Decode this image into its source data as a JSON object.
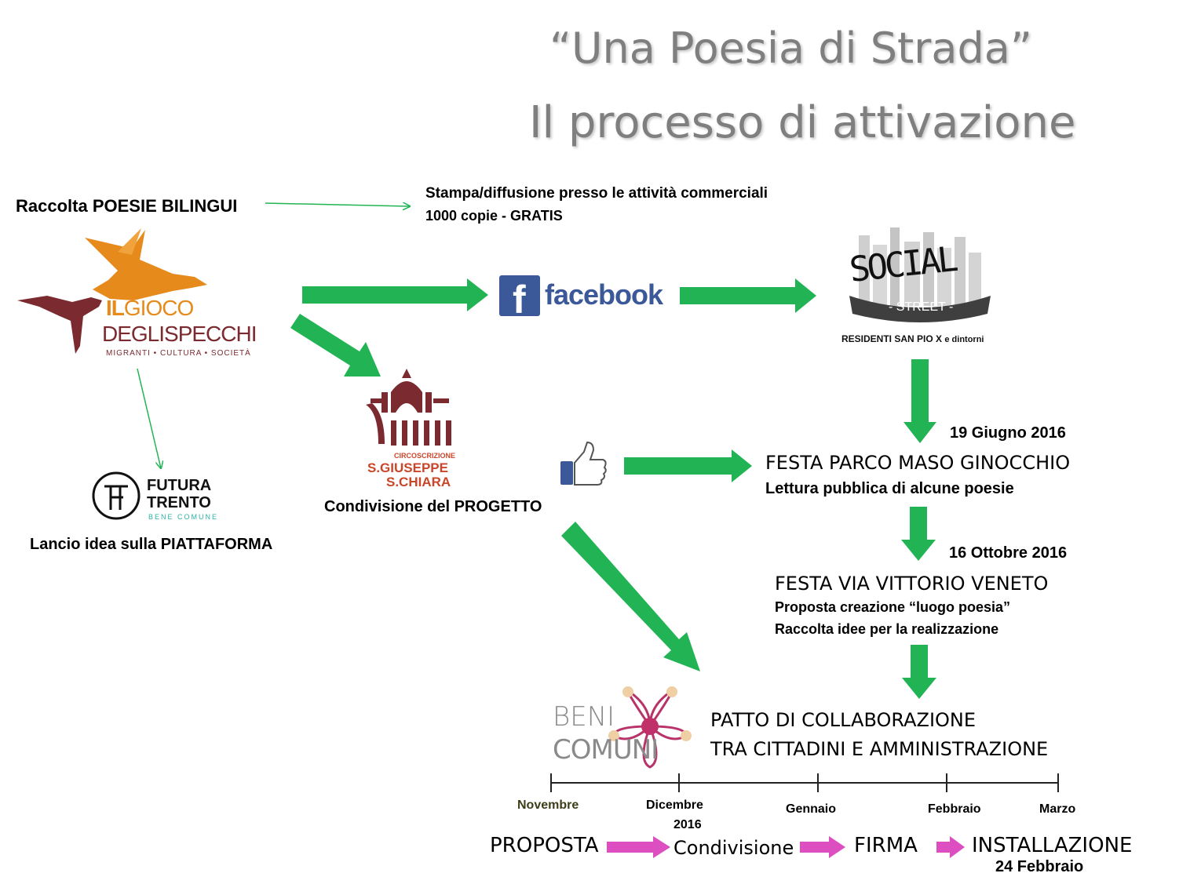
{
  "title": {
    "line1": "“Una Poesia di Strada”",
    "line2": "Il processo di attivazione"
  },
  "colors": {
    "arrow_green": "#22b454",
    "arrow_pink": "#dd4fc1",
    "title_gray": "#7f7f7f",
    "facebook_blue": "#3b5998",
    "maroon": "#7b2a2f",
    "orange": "#e68a1c"
  },
  "raccolta": "Raccolta POESIE BILINGUI",
  "stampa": {
    "line1": "Stampa/diffusione presso le attività commerciali",
    "line2": "1000 copie - GRATIS"
  },
  "logos": {
    "gioco": {
      "il": "IL",
      "gioco": "GIOCO",
      "degli": "DEGLI",
      "specchi": "SPECCHI",
      "tagline": "MIGRANTI • CULTURA • SOCIETÀ"
    },
    "facebook": {
      "f": "f",
      "name": "facebook"
    },
    "social_street": {
      "social": "SOCIAL",
      "street": "- STREET -",
      "caption": "RESIDENTI SAN PIO X",
      "caption_small": "e dintorni"
    },
    "circoscrizione": {
      "small": "CIRCOSCRIZIONE",
      "line1": "S.GIUSEPPE",
      "line2": "S.CHIARA"
    },
    "futura": {
      "line1": "FUTURA",
      "line2": "TRENTO",
      "line3": "BENE COMUNE"
    },
    "beni_comuni": {
      "beni": "BENI",
      "comuni": "COMUNI"
    },
    "thumbs_up_icon": "thumbs-up-icon"
  },
  "condivisione_progetto": "Condivisione del PROGETTO",
  "lancio": "Lancio idea sulla PIATTAFORMA",
  "date1": "19 Giugno 2016",
  "festa1": {
    "title": "FESTA  PARCO MASO GINOCCHIO",
    "sub": "Lettura pubblica di alcune poesie"
  },
  "date2": "16 Ottobre 2016",
  "festa2": {
    "title": "FESTA  VIA VITTORIO VENETO",
    "sub1": "Proposta creazione “luogo poesia”",
    "sub2": "Raccolta idee per la realizzazione"
  },
  "patto": {
    "line1": "PATTO DI COLLABORAZIONE",
    "line2": "TRA CITTADINI E AMMINISTRAZIONE"
  },
  "timeline": {
    "months": [
      "Novembre",
      "Dicembre",
      "Gennaio",
      "Febbraio",
      "Marzo"
    ],
    "year": "2016"
  },
  "steps": {
    "proposta": "PROPOSTA",
    "condivisione": "Condivisione",
    "firma": "FIRMA",
    "installazione": "INSTALLAZIONE",
    "installazione_date": "24 Febbraio"
  }
}
